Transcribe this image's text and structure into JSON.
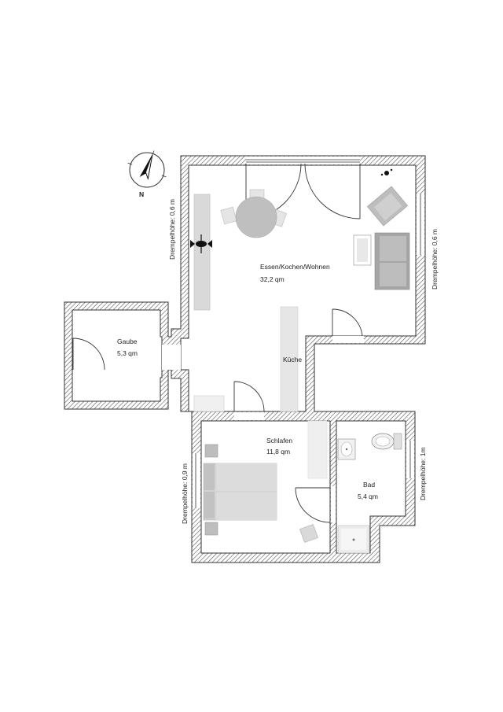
{
  "rooms": {
    "living": {
      "name": "Essen/Kochen/Wohnen",
      "area": "32,2 qm"
    },
    "dormer": {
      "name": "Gaube",
      "area": "5,3 qm"
    },
    "kitchen": {
      "name": "Küche"
    },
    "bedroom": {
      "name": "Schlafen",
      "area": "11,8 qm"
    },
    "bath": {
      "name": "Bad",
      "area": "5,4 qm"
    }
  },
  "kneewall": {
    "living_left": "Drempelhöhe: 0,6 m",
    "living_right": "Drempelhöhe: 0,6 m",
    "bedroom_left": "Drempelhöhe: 0,9 m",
    "bath_right": "Drempelhöhe: 1m"
  },
  "compass": {
    "north": "N"
  },
  "colors": {
    "wall": "#ffffff",
    "wall_outline": "#333333",
    "hatch": "#555555",
    "furniture": "#d9d9d9",
    "furniture_dark": "#a6a6a6",
    "counter": "#e6e6e6"
  }
}
